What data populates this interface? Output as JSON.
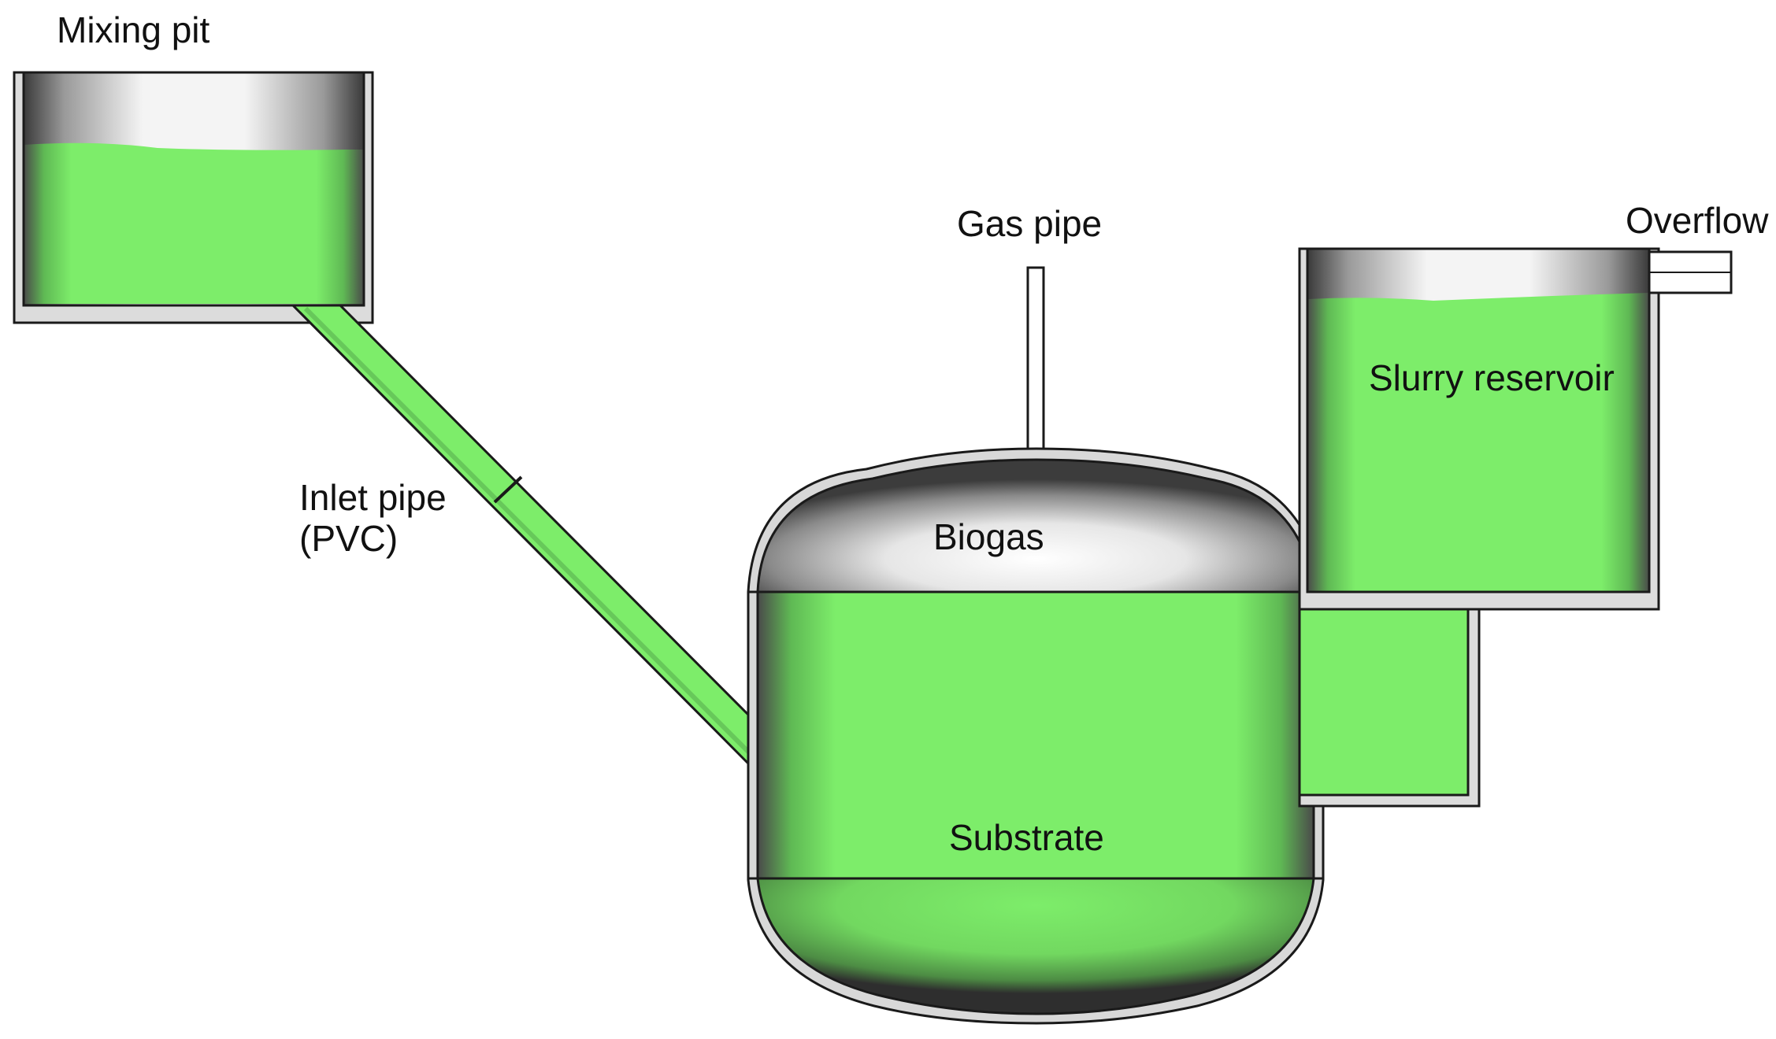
{
  "labels": {
    "mixing_pit": "Mixing pit",
    "inlet_pipe_line1": "Inlet pipe",
    "inlet_pipe_line2": "(PVC)",
    "gas_pipe": "Gas pipe",
    "biogas": "Biogas",
    "substrate": "Substrate",
    "slurry_reservoir": "Slurry reservoir",
    "overflow": "Overflow"
  },
  "colors": {
    "slurry": "#7ded6a",
    "outline": "#1a1a1a",
    "wall_shadow": "#3a3a3a",
    "wall_light": "#f2f2f2",
    "background": "#ffffff"
  }
}
